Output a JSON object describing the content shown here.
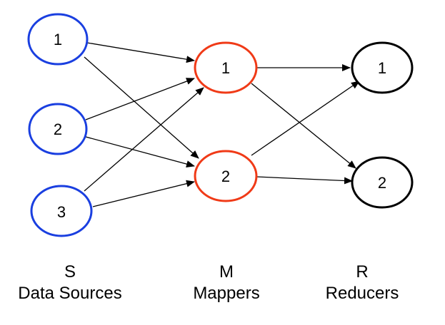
{
  "colors": {
    "sources": "#1a3fe0",
    "mappers": "#f03a17",
    "reducers": "#000000",
    "edges": "#000000"
  },
  "columns": [
    {
      "id": "sources",
      "letter": "S",
      "name": "Data Sources"
    },
    {
      "id": "mappers",
      "letter": "M",
      "name": "Mappers"
    },
    {
      "id": "reducers",
      "letter": "R",
      "name": "Reducers"
    }
  ],
  "nodes": {
    "sources": [
      "1",
      "2",
      "3"
    ],
    "mappers": [
      "1",
      "2"
    ],
    "reducers": [
      "1",
      "2"
    ]
  }
}
